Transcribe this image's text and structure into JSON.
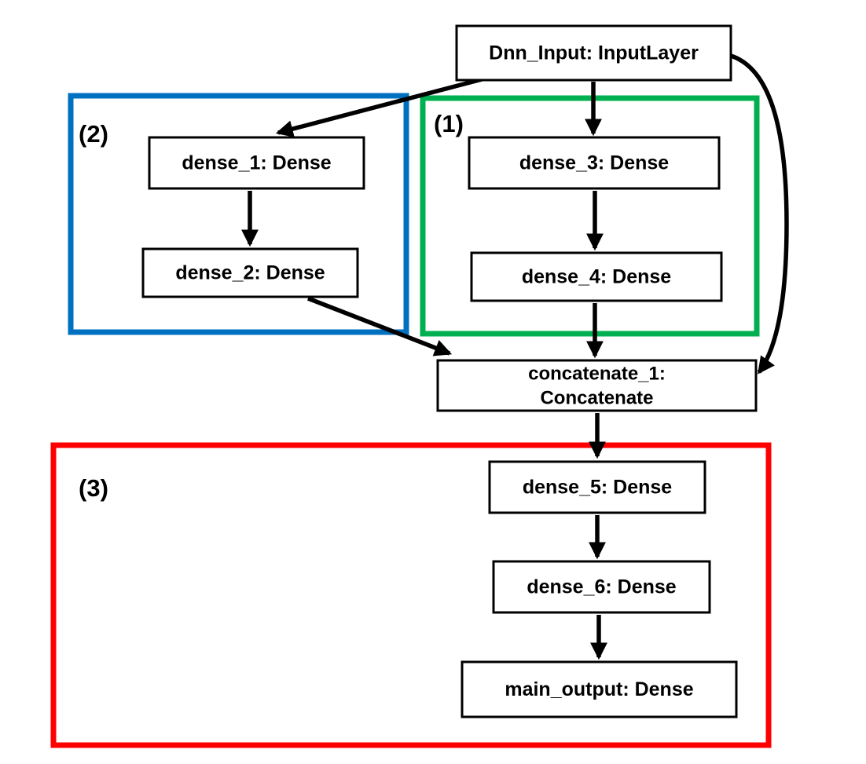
{
  "diagram": {
    "background": "#FFFFFF",
    "node_fill": "#FFFFFF",
    "node_border_color": "#000000",
    "edge_color": "#000000",
    "nodes": {
      "dnn_input": {
        "label": "Dnn_Input: InputLayer"
      },
      "dense_1": {
        "label": "dense_1: Dense"
      },
      "dense_2": {
        "label": "dense_2: Dense"
      },
      "dense_3": {
        "label": "dense_3: Dense"
      },
      "dense_4": {
        "label": "dense_4: Dense"
      },
      "concatenate_1": {
        "label_line1": "concatenate_1:",
        "label_line2": "Concatenate"
      },
      "dense_5": {
        "label": "dense_5: Dense"
      },
      "dense_6": {
        "label": "dense_6: Dense"
      },
      "main_output": {
        "label": "main_output: Dense"
      }
    },
    "groups": {
      "group1": {
        "label": "(1)",
        "color": "#00B050",
        "contains": [
          "dense_3",
          "dense_4"
        ]
      },
      "group2": {
        "label": "(2)",
        "color": "#0070C0",
        "contains": [
          "dense_1",
          "dense_2"
        ]
      },
      "group3": {
        "label": "(3)",
        "color": "#FF0000",
        "contains": [
          "dense_5",
          "dense_6",
          "main_output"
        ]
      }
    },
    "edges": [
      {
        "from": "dnn_input",
        "to": "dense_1"
      },
      {
        "from": "dnn_input",
        "to": "dense_3"
      },
      {
        "from": "dnn_input",
        "to": "concatenate_1"
      },
      {
        "from": "dense_1",
        "to": "dense_2"
      },
      {
        "from": "dense_3",
        "to": "dense_4"
      },
      {
        "from": "dense_2",
        "to": "concatenate_1"
      },
      {
        "from": "dense_4",
        "to": "concatenate_1"
      },
      {
        "from": "concatenate_1",
        "to": "dense_5"
      },
      {
        "from": "dense_5",
        "to": "dense_6"
      },
      {
        "from": "dense_6",
        "to": "main_output"
      }
    ]
  }
}
